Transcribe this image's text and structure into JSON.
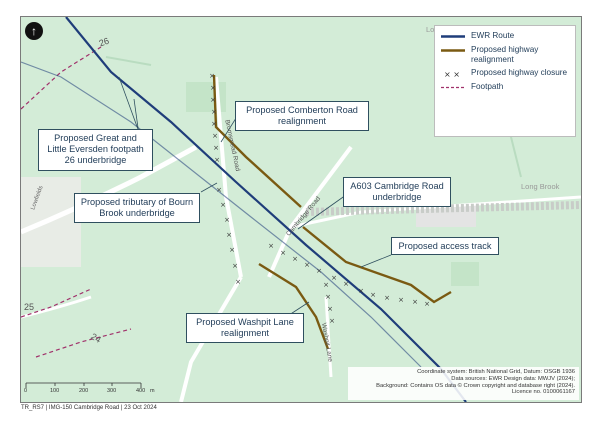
{
  "north_arrow": {
    "icon": "north-arrow-icon"
  },
  "callouts": {
    "comberton": "Proposed Comberton Road realignment",
    "footpath26": "Proposed Great and Little Eversden footpath 26 underbridge",
    "bourn": "Proposed tributary of Bourn Brook underbridge",
    "a603": "A603 Cambridge Road underbridge",
    "access": "Proposed access track",
    "washpit": "Proposed Washpit Lane realignment"
  },
  "legend": {
    "items": [
      {
        "label": "EWR Route",
        "color": "#1f3d7a"
      },
      {
        "label": "Proposed highway realignment",
        "color": "#7a5a12"
      },
      {
        "label": "Proposed highway closure",
        "color": "#333333"
      },
      {
        "label": "Footpath",
        "color": "#a0306a"
      }
    ]
  },
  "map_labels": {
    "route_26": "26",
    "route_25": "25",
    "route_24": "24",
    "lowfields": "Lowfields",
    "long_brook": "Long Brook",
    "lo": "Lo",
    "bromsmead_road": "Bromsmead Road",
    "cambridge_road": "Cambridge Road",
    "washpit_lane": "Washpit Lane"
  },
  "scale": {
    "ticks": [
      "0",
      "100",
      "200",
      "300",
      "400"
    ],
    "unit": "m"
  },
  "info": {
    "line1": "Coordinate system: British National Grid, Datum: OSGB 1936",
    "line2": "Data sources: EWR Design data: MWJV (2024);",
    "line3": "Background: Contains OS data © Crown copyright and database right (2024).",
    "line4": "Licence no. 0100061167"
  },
  "footer": "TR_RS7 | IMG-150 Cambridge Road | 23 Oct 2024",
  "colors": {
    "map_bg": "#d3ecd7",
    "ewr_route": "#1f3d7a",
    "realignment": "#7a5a12",
    "footpath": "#a0306a",
    "road": "#ffffff"
  }
}
